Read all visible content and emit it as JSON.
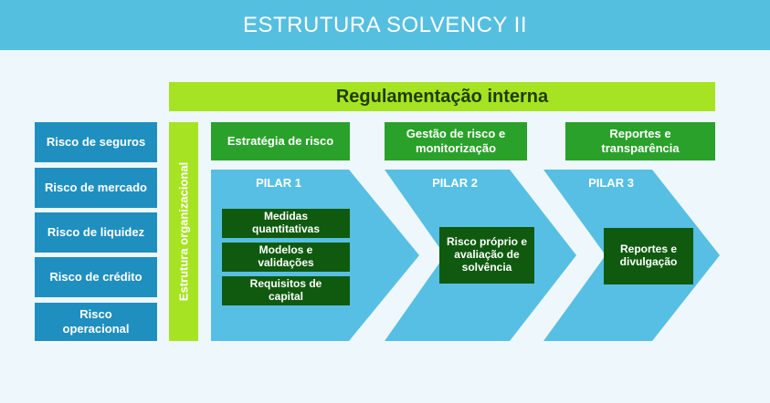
{
  "title": "ESTRUTURA SOLVENCY II",
  "regulation_label": "Regulamentação interna",
  "organization_label": "Estrutura organizacional",
  "risks": [
    "Risco de seguros",
    "Risco de mercado",
    "Risco de liquidez",
    "Risco de crédito",
    "Risco operacional"
  ],
  "top_boxes": [
    "Estratégia de risco",
    "Gestão de risco e monitorização",
    "Reportes e transparência"
  ],
  "pillars": [
    {
      "label": "PILAR 1",
      "items": [
        "Medidas quantitativas",
        "Modelos e validações",
        "Requisitos de capital"
      ]
    },
    {
      "label": "PILAR 2",
      "items": [
        "Risco próprio e avaliação de solvência"
      ]
    },
    {
      "label": "PILAR 3",
      "items": [
        "Reportes e divulgação"
      ]
    }
  ],
  "colors": {
    "header_blue": "#55bfe0",
    "risk_blue": "#1f8fbf",
    "pillar_blue": "#57bfe3",
    "lime": "#a6e322",
    "green": "#2aa12a",
    "dark_green": "#0f5a0f"
  }
}
